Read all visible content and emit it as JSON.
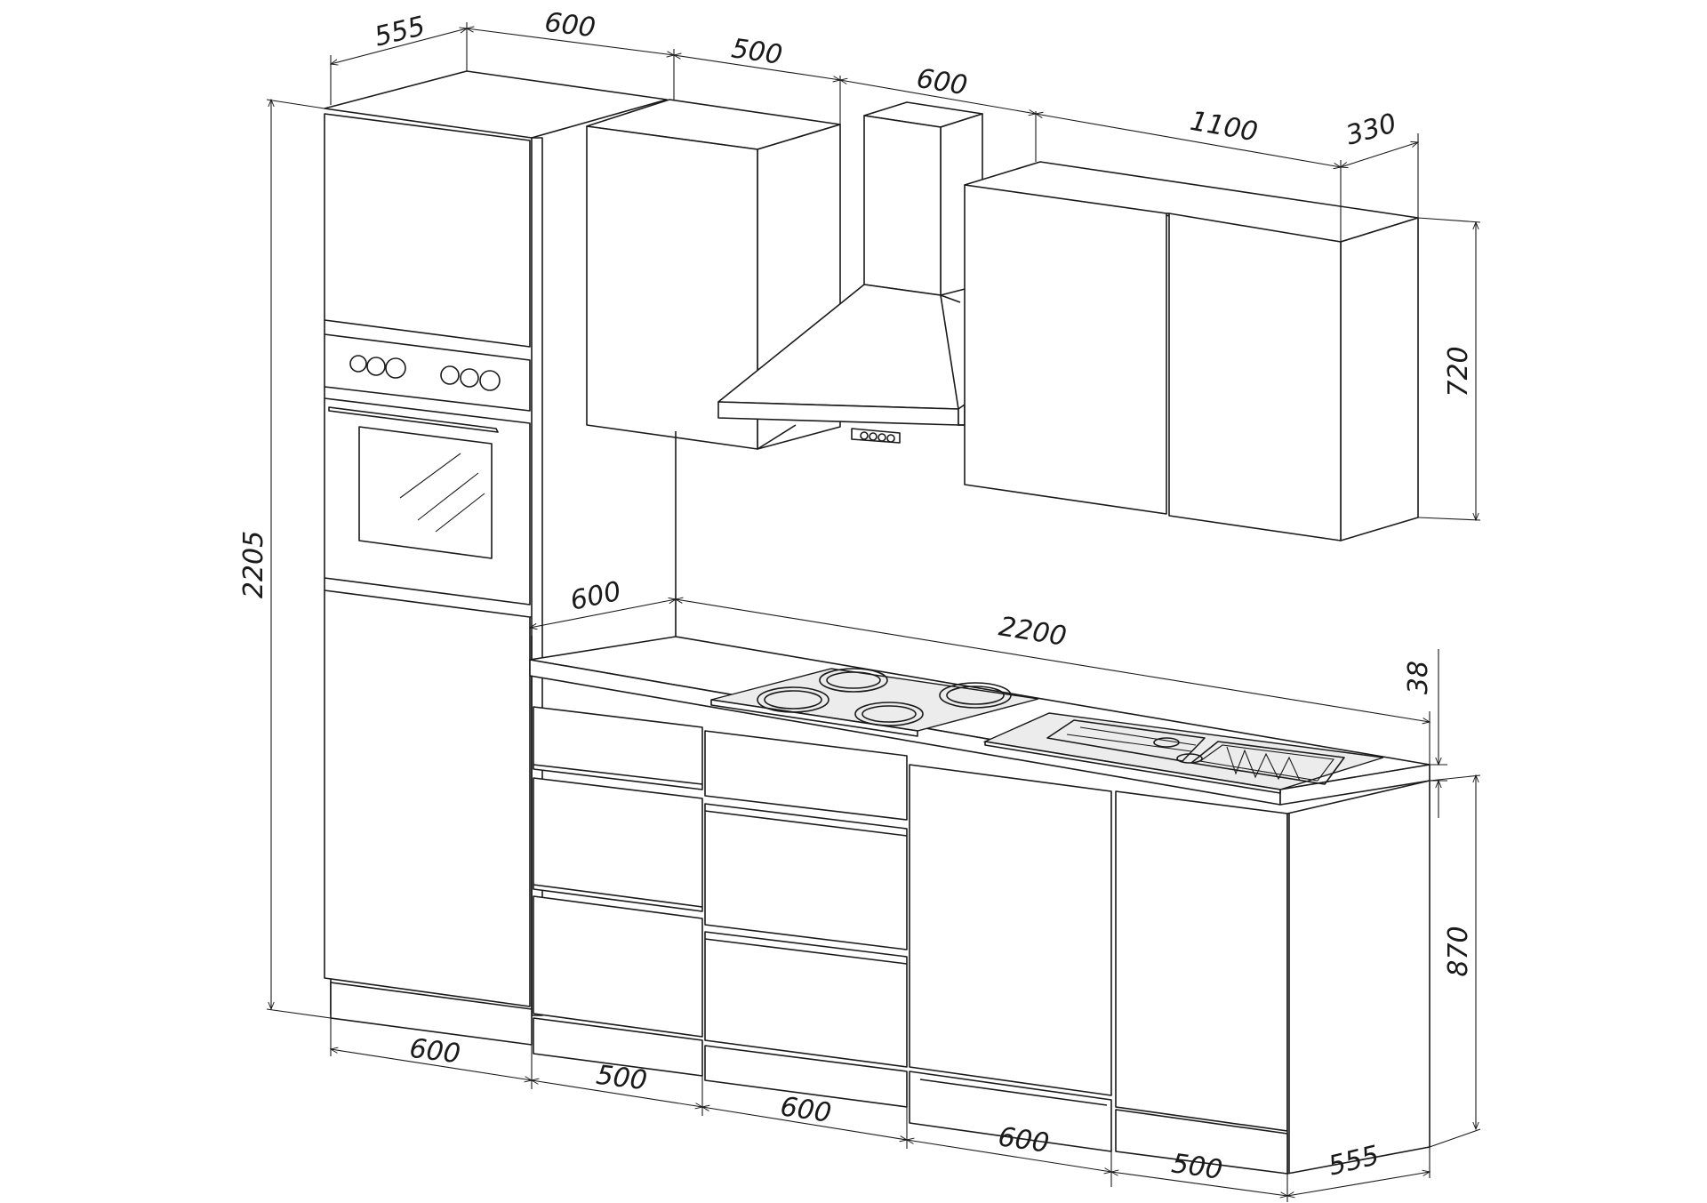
{
  "dimensions": {
    "top_depth_left": "555",
    "top_tall_width": "600",
    "top_wall1_width": "500",
    "top_hood_width": "600",
    "top_wall2_width": "1100",
    "top_depth_right": "330",
    "wall_cabinet_height": "720",
    "total_height": "2205",
    "worktop_depth": "600",
    "worktop_length": "2200",
    "worktop_thickness": "38",
    "base_height": "870",
    "bottom_tall_width": "600",
    "bottom_drawer1_width": "500",
    "bottom_drawer2_width": "600",
    "bottom_dishwasher_width": "600",
    "bottom_sink_width": "500",
    "bottom_depth": "555"
  },
  "icons": {
    "oven_knobs": "knob-icon",
    "hob_plates": "hotplate-icon",
    "sink": "sink-icon"
  }
}
